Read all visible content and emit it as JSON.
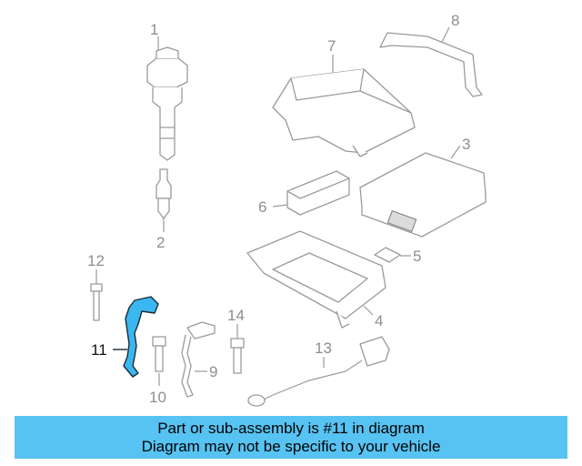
{
  "callouts": {
    "p1": "1",
    "p2": "2",
    "p3": "3",
    "p4": "4",
    "p5": "5",
    "p6": "6",
    "p7": "7",
    "p8": "8",
    "p9": "9",
    "p10": "10",
    "p11": "11",
    "p12": "12",
    "p13": "13",
    "p14": "14"
  },
  "highlighted_part": "11",
  "colors": {
    "highlight": "#3ab7f0",
    "banner": "#57c3f2",
    "line_art": "#9a9a9a"
  },
  "banner": {
    "line1": "Part or sub-assembly is #11 in diagram",
    "line2": "Diagram may not be specific to your vehicle"
  }
}
